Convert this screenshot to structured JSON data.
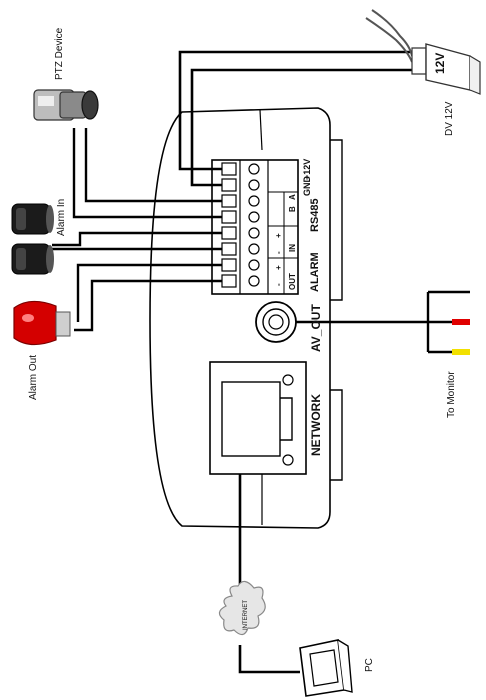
{
  "devices": {
    "ptz": "PTZ Device",
    "alarm_in": "Alarm In",
    "alarm_out": "Alarm Out",
    "power": "DV 12V",
    "adapter": "12V",
    "monitor": "To Monitor",
    "pc": "PC",
    "internet": "INTERNET"
  },
  "ports": {
    "v12": "+12V",
    "gnd": "GND",
    "b": "B",
    "a": "A",
    "rs485": "RS485",
    "plus": "+",
    "minus": "-",
    "in": "IN",
    "out": "OUT",
    "alarm": "ALARM",
    "av_out": "AV_OUT",
    "network": "NETWORK"
  },
  "colors": {
    "wire": "#000000",
    "av_red": "#e00000",
    "av_yellow": "#f2e000",
    "siren_red": "#d40000"
  }
}
